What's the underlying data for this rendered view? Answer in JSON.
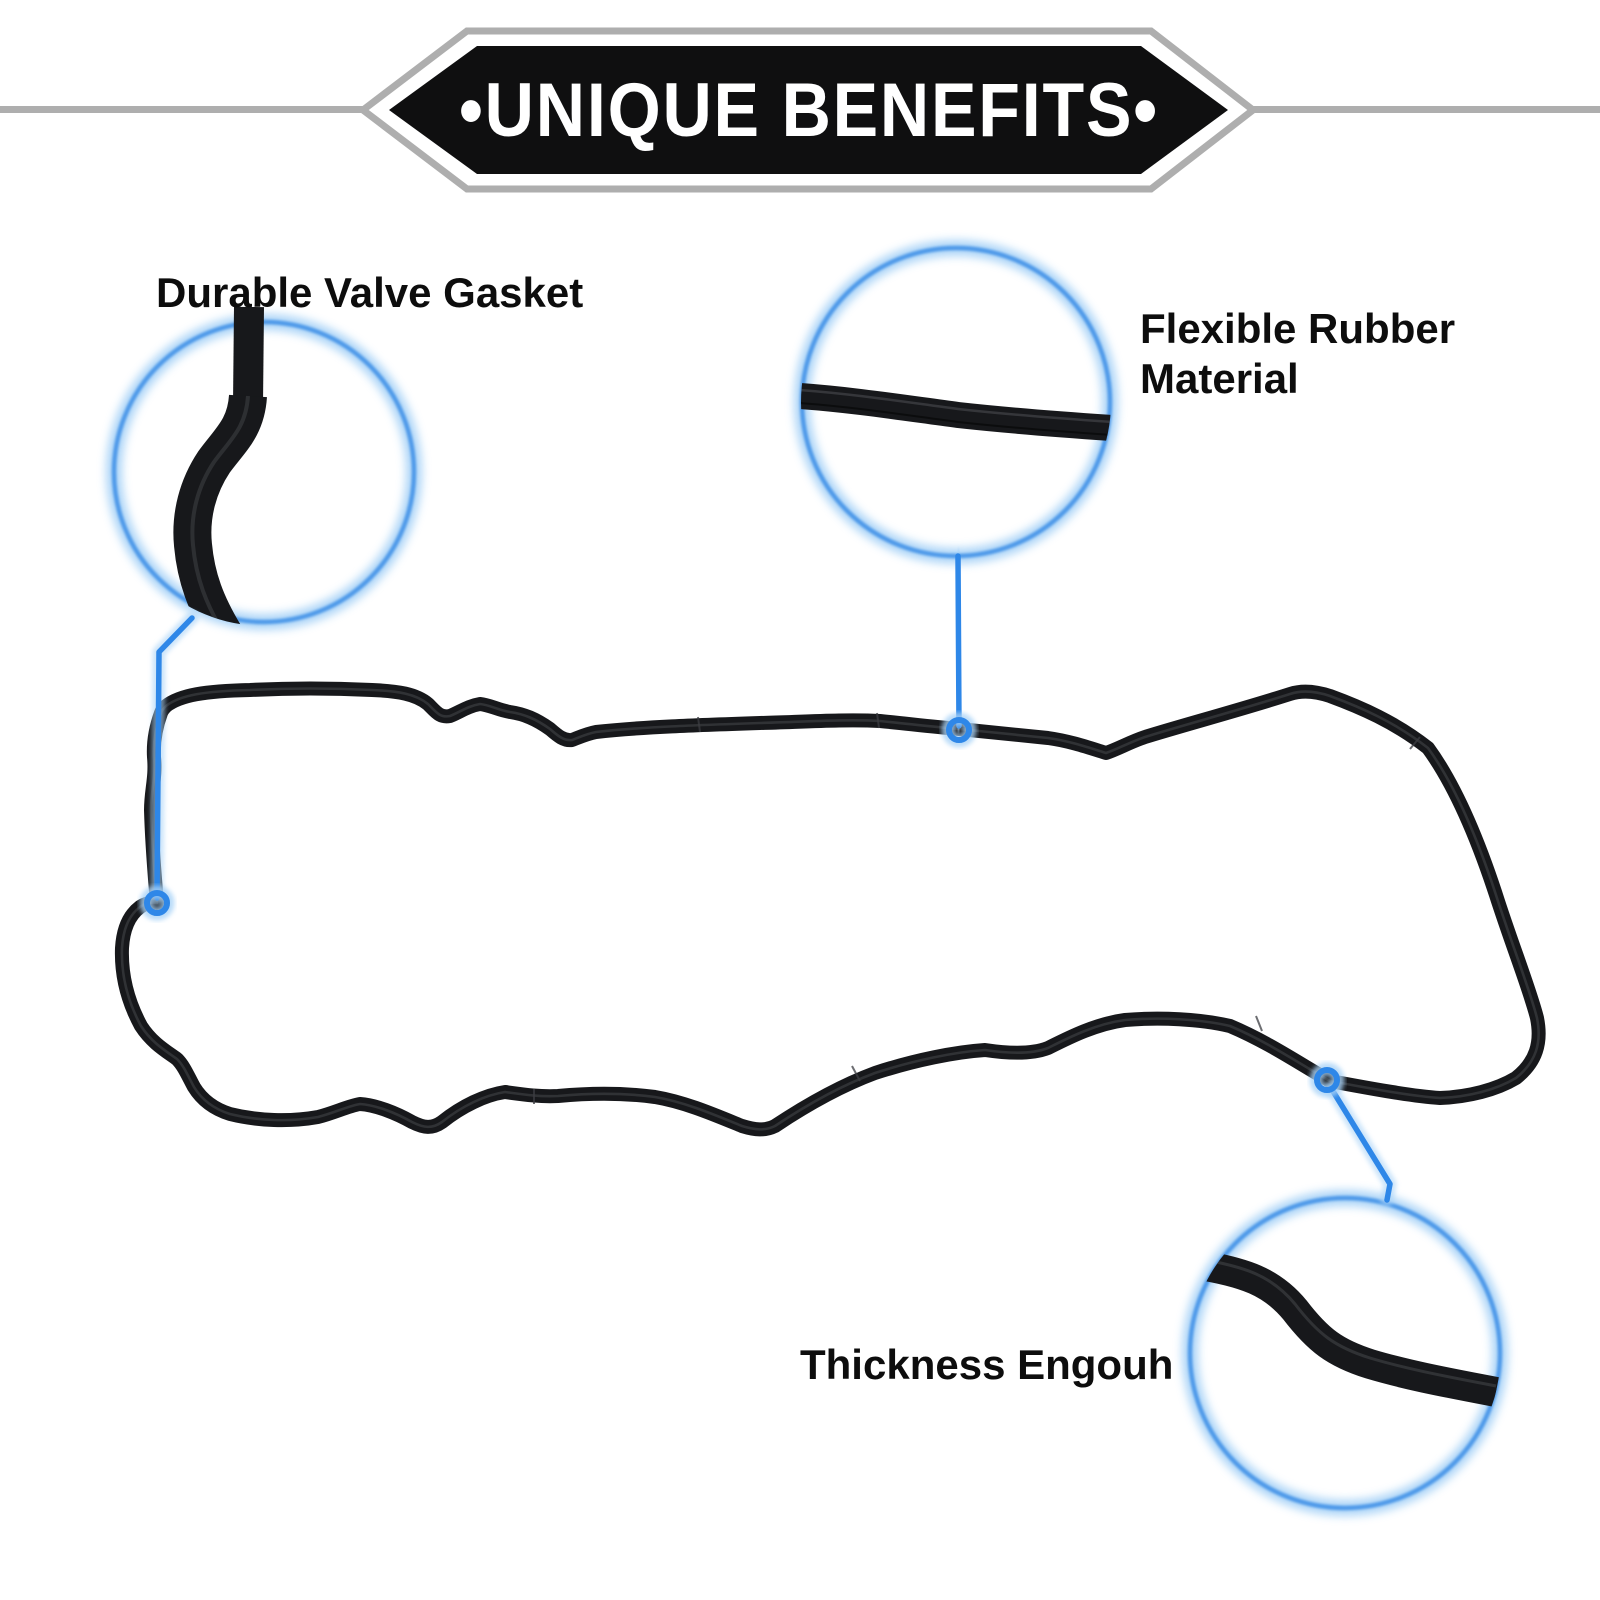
{
  "banner": {
    "text": "•UNIQUE BENEFITS•"
  },
  "callouts": {
    "durable": {
      "label": "Durable Valve Gasket"
    },
    "flexible": {
      "label": "Flexible Rubber Material"
    },
    "thickness": {
      "label": "Thickness Engouh"
    }
  },
  "colors": {
    "accent_blue": "#2e87e8",
    "accent_glow": "#a9d3f7",
    "gasket_black": "#17181b",
    "gasket_highlight": "#4a4b50",
    "banner_black": "#0f0f10",
    "banner_gray": "#aeaeae",
    "text_black": "#0d0d0d",
    "background": "#ffffff"
  }
}
